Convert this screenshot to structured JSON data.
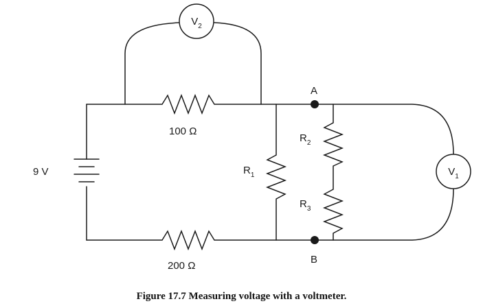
{
  "battery": {
    "label": "9 V"
  },
  "resistors": {
    "top": {
      "label": "100 Ω"
    },
    "bottom": {
      "label": "200 Ω"
    },
    "r1": {
      "symbol": "R",
      "sub": "1"
    },
    "r2": {
      "symbol": "R",
      "sub": "2"
    },
    "r3": {
      "symbol": "R",
      "sub": "3"
    }
  },
  "meters": {
    "v1": {
      "symbol": "V",
      "sub": "1"
    },
    "v2": {
      "symbol": "V",
      "sub": "2"
    }
  },
  "nodes": {
    "a": "A",
    "b": "B"
  },
  "caption": "Figure 17.7 Measuring voltage with a voltmeter."
}
